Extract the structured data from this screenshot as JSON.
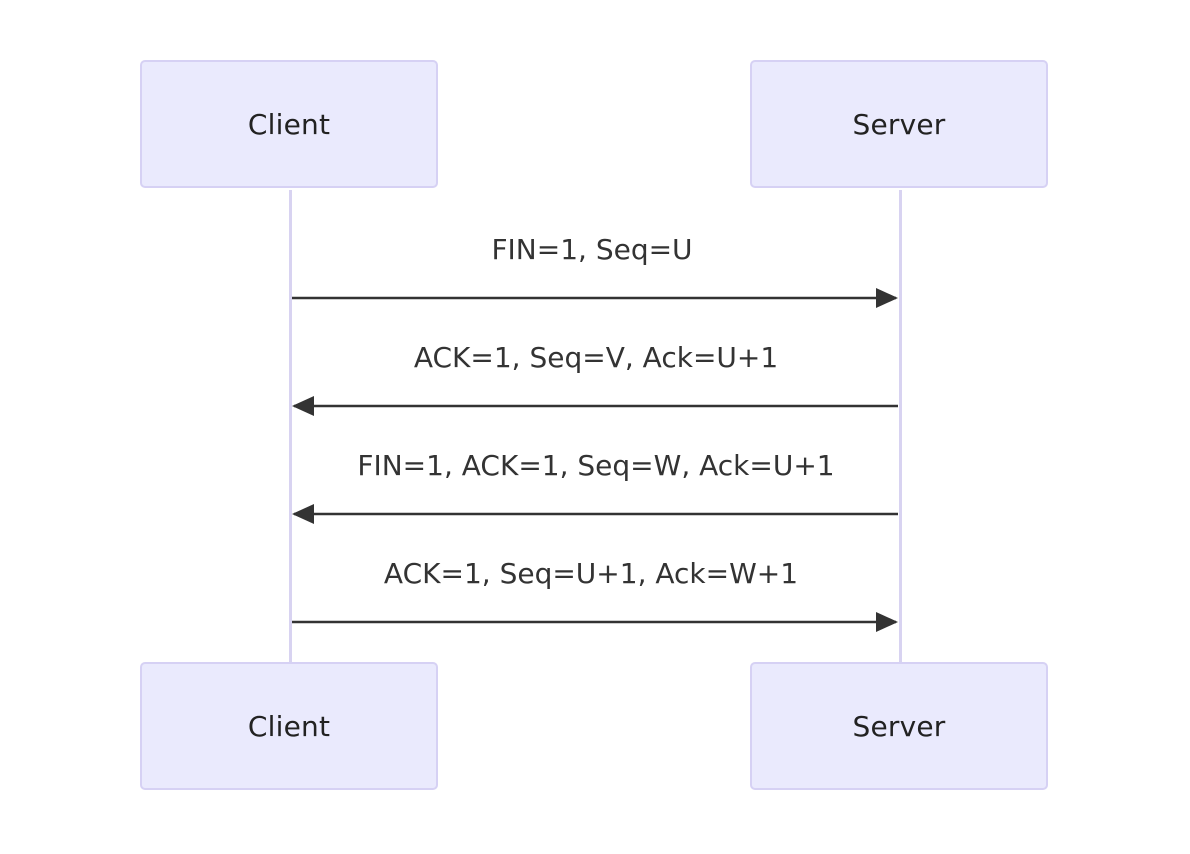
{
  "diagram": {
    "participants": [
      {
        "id": "client",
        "label": "Client"
      },
      {
        "id": "server",
        "label": "Server"
      }
    ],
    "messages": [
      {
        "from": "client",
        "to": "server",
        "label": "FIN=1, Seq=U"
      },
      {
        "from": "server",
        "to": "client",
        "label": "ACK=1, Seq=V, Ack=U+1"
      },
      {
        "from": "server",
        "to": "client",
        "label": "FIN=1, ACK=1, Seq=W, Ack=U+1"
      },
      {
        "from": "client",
        "to": "server",
        "label": "ACK=1, Seq=U+1, Ack=W+1"
      }
    ],
    "colors": {
      "actor_fill": "#eaeafd",
      "actor_border": "#d6d1f4",
      "lifeline": "#d8d3f1",
      "arrow": "#333333",
      "text": "#222222"
    }
  }
}
